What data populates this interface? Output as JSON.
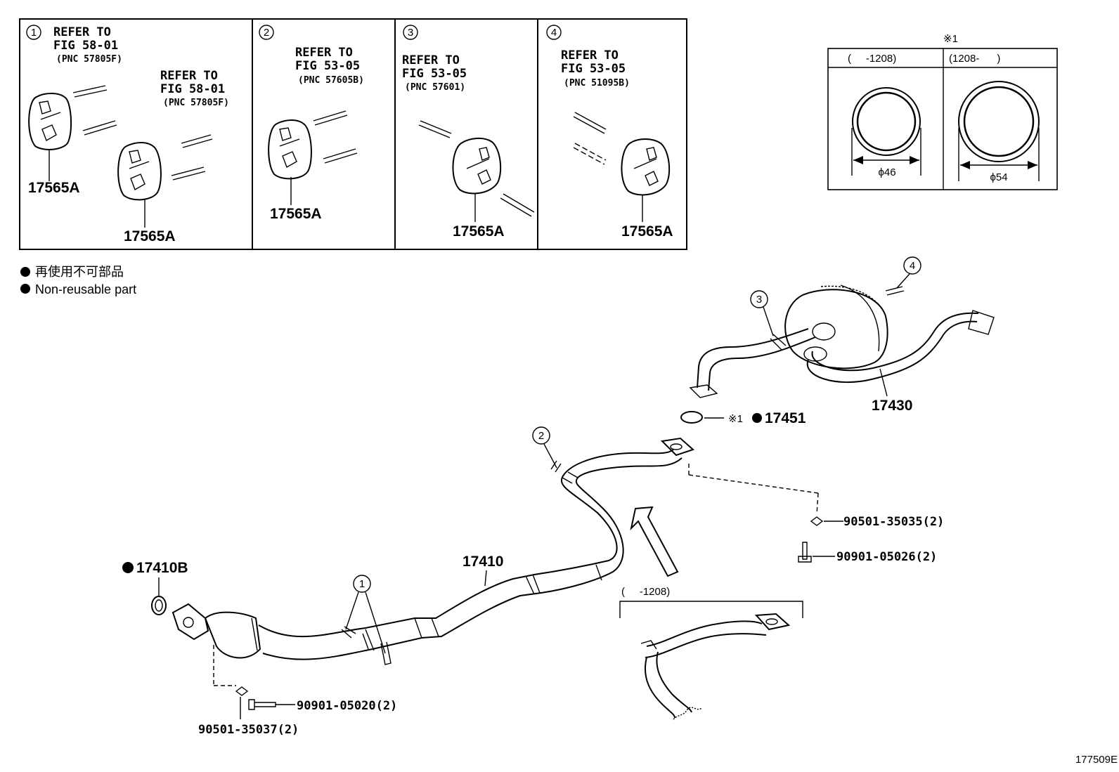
{
  "inset_panels": [
    {
      "num": "1",
      "refs": [
        {
          "l1": "REFER TO",
          "l2": "FIG 58-01",
          "pnc": "(PNC 57805F)"
        },
        {
          "l1": "REFER TO",
          "l2": "FIG 58-01",
          "pnc": "(PNC 57805F)"
        }
      ],
      "parts": [
        "17565A",
        "17565A"
      ]
    },
    {
      "num": "2",
      "refs": [
        {
          "l1": "REFER TO",
          "l2": "FIG 53-05",
          "pnc": "(PNC 57605B)"
        }
      ],
      "parts": [
        "17565A"
      ]
    },
    {
      "num": "3",
      "refs": [
        {
          "l1": "REFER TO",
          "l2": "FIG 53-05",
          "pnc": "(PNC 57601)"
        }
      ],
      "parts": [
        "17565A"
      ]
    },
    {
      "num": "4",
      "refs": [
        {
          "l1": "REFER TO",
          "l2": "FIG 53-05",
          "pnc": "(PNC 51095B)"
        }
      ],
      "parts": [
        "17565A"
      ]
    }
  ],
  "gasket_table": {
    "mark": "※1",
    "col1_header": "(     -1208)",
    "col2_header": "(1208-      )",
    "col1_dim": "ϕ46",
    "col2_dim": "ϕ54"
  },
  "legend": {
    "jp": "再使用不可部品",
    "en": "Non-reusable part"
  },
  "callouts": {
    "c1": "1",
    "c2": "2",
    "c3": "3",
    "c4": "4"
  },
  "parts": {
    "p17430": "17430",
    "p17451_mark": "※1",
    "p17451": "17451",
    "p17410": "17410",
    "p17410B": "17410B",
    "p90501_35035": "90501-35035(2)",
    "p90901_05026": "90901-05026(2)",
    "p90901_05020": "90901-05020(2)",
    "p90501_35037": "90501-35037(2)"
  },
  "variant_bracket_label": "(     -1208)",
  "figure_number": "177509E"
}
